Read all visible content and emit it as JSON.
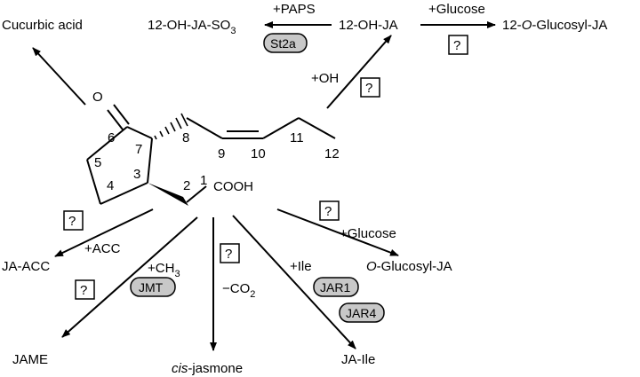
{
  "compounds": {
    "cucurbic_acid": "Cucurbic acid",
    "oh_ja_so3": "12-OH-JA-SO",
    "oh_ja_so3_sub": "3",
    "oh_ja": "12-OH-JA",
    "glucosyl_12_prefix": "12-",
    "glucosyl_12_italic": "O",
    "glucosyl_12_suffix": "-Glucosyl-JA",
    "ja_acc": "JA-ACC",
    "jame": "JAME",
    "cis_jasmone_italic": "cis",
    "cis_jasmone_rest": "-jasmone",
    "ja_ile": "JA-Ile",
    "o_glucosyl_italic": "O",
    "o_glucosyl_rest": "-Glucosyl-JA",
    "oxygen": "O",
    "cooh": "COOH"
  },
  "reagents": {
    "paps": "+PAPS",
    "glucose_top": "+Glucose",
    "oh": "+OH",
    "acc": "+ACC",
    "ch3": "+CH",
    "ch3_sub": "3",
    "co2": "−CO",
    "co2_sub": "2",
    "ile": "+Ile",
    "glucose_right": "+Glucose"
  },
  "enzymes": {
    "st2a": "St2a",
    "jmt": "JMT",
    "jar1": "JAR1",
    "jar4": "JAR4"
  },
  "unknown_mark": "?",
  "atom_numbers": {
    "n1": "1",
    "n2": "2",
    "n3": "3",
    "n4": "4",
    "n5": "5",
    "n6": "6",
    "n7": "7",
    "n8": "8",
    "n9": "9",
    "n10": "10",
    "n11": "11",
    "n12": "12"
  }
}
